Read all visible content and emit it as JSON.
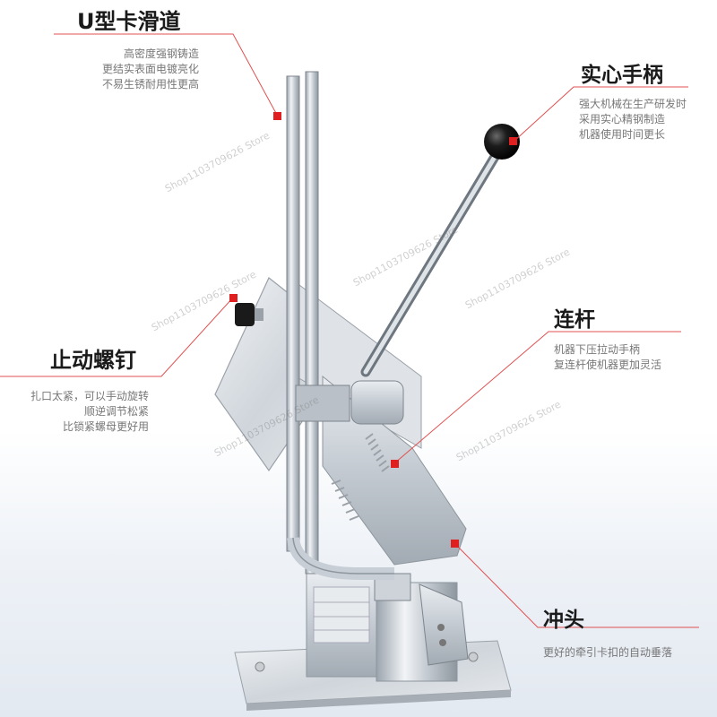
{
  "callouts": {
    "u_slide": {
      "title": "U型卡滑道",
      "lines": [
        "高密度强钢铸造",
        "更结实表面电镀亮化",
        "不易生锈耐用性更高"
      ]
    },
    "handle": {
      "title": "实心手柄",
      "lines": [
        "强大机械在生产研发时",
        "采用实心精钢制造",
        "机器使用时间更长"
      ]
    },
    "stop_screw": {
      "title": "止动螺钉",
      "lines": [
        "扎口太紧，可以手动旋转",
        "顺逆调节松紧",
        "比锁紧螺母更好用"
      ]
    },
    "link_rod": {
      "title": "连杆",
      "lines": [
        "机器下压拉动手柄",
        "复连杆使机器更加灵活"
      ]
    },
    "punch": {
      "title": "冲头",
      "lines": [
        "更好的牵引卡扣的自动垂落"
      ]
    }
  },
  "watermark": "Shop1103709626 Store",
  "colors": {
    "accent": "#e02020",
    "line": "#e05050",
    "title": "#1a1a1a",
    "desc": "#777777"
  }
}
